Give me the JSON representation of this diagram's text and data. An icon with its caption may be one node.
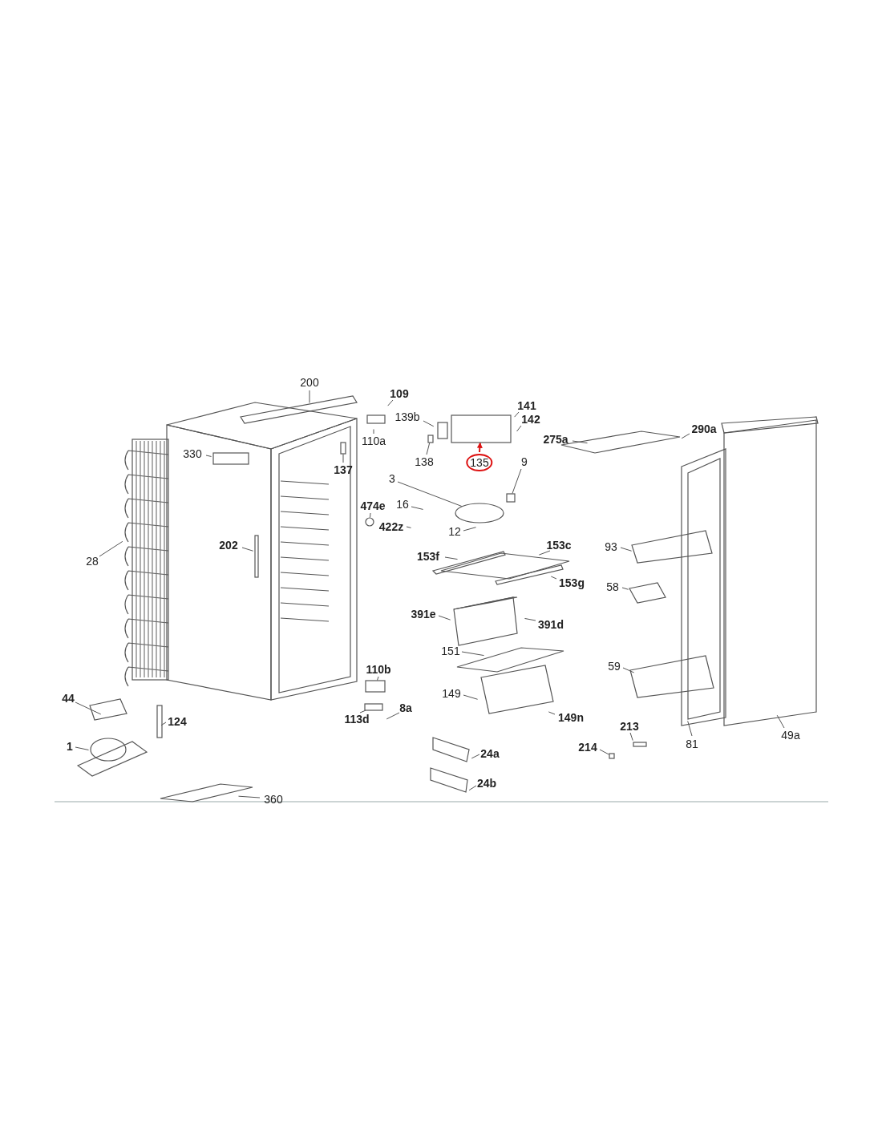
{
  "diagram": {
    "nodes": [
      {
        "text": [
          "200"
        ]
      },
      {
        "text": [
          "109"
        ]
      },
      {
        "text": [
          "139b"
        ]
      },
      {
        "text": [
          "141"
        ]
      },
      {
        "text": [
          "142"
        ]
      },
      {
        "text": [
          "110a"
        ]
      },
      {
        "text": [
          "275a"
        ]
      },
      {
        "text": [
          "290a"
        ]
      },
      {
        "text": [
          "330"
        ]
      },
      {
        "text": [
          "137"
        ]
      },
      {
        "text": [
          "138"
        ]
      },
      {
        "text": [
          "135"
        ]
      },
      {
        "text": [
          "9"
        ]
      },
      {
        "text": [
          "3"
        ]
      },
      {
        "text": [
          "474e"
        ]
      },
      {
        "text": [
          "16"
        ]
      },
      {
        "text": [
          "422z"
        ]
      },
      {
        "text": [
          "12"
        ]
      },
      {
        "text": [
          "28"
        ]
      },
      {
        "text": [
          "202"
        ]
      },
      {
        "text": [
          "153f"
        ]
      },
      {
        "text": [
          "153c"
        ]
      },
      {
        "text": [
          "93"
        ]
      },
      {
        "text": [
          "153g"
        ]
      },
      {
        "text": [
          "58"
        ]
      },
      {
        "text": [
          "391e"
        ]
      },
      {
        "text": [
          "391d"
        ]
      },
      {
        "text": [
          "151"
        ]
      },
      {
        "text": [
          "110b"
        ]
      },
      {
        "text": [
          "59"
        ]
      },
      {
        "text": [
          "44"
        ]
      },
      {
        "text": [
          "149"
        ]
      },
      {
        "text": [
          "124"
        ]
      },
      {
        "text": [
          "113d"
        ]
      },
      {
        "text": [
          "8a"
        ]
      },
      {
        "text": [
          "149n"
        ]
      },
      {
        "text": [
          "213"
        ]
      },
      {
        "text": [
          "214"
        ]
      },
      {
        "text": [
          "24a"
        ]
      },
      {
        "text": [
          "81"
        ]
      },
      {
        "text": [
          "49a"
        ]
      },
      {
        "text": [
          "24b"
        ]
      },
      {
        "text": [
          "1"
        ]
      },
      {
        "text": [
          "360"
        ]
      },
      {
        "text": [],
        "shape": "box"
      },
      {
        "text": [],
        "shape": "box"
      },
      {
        "text": [],
        "shape": "box"
      },
      {
        "text": [],
        "shape": "box"
      },
      {
        "text": [],
        "shape": "circle"
      },
      {
        "text": [],
        "shape": "circle"
      },
      {
        "text": [],
        "shape": "box"
      },
      {
        "text": [],
        "shape": "box"
      },
      {
        "text": [],
        "shape": "box"
      }
    ],
    "edges": [
      {
        "from": 0,
        "to": null,
        "arrow": "none"
      },
      {
        "from": 1,
        "to": null,
        "arrow": "none"
      },
      {
        "from": 2,
        "to": null,
        "arrow": "none"
      },
      {
        "from": 3,
        "to": null,
        "arrow": "none"
      },
      {
        "from": 4,
        "to": null,
        "arrow": "none"
      },
      {
        "from": 5,
        "to": null,
        "arrow": "none"
      },
      {
        "from": 6,
        "to": null,
        "arrow": "none"
      },
      {
        "from": 7,
        "to": null,
        "arrow": "none"
      },
      {
        "from": 8,
        "to": null,
        "arrow": "none"
      },
      {
        "from": 9,
        "to": 45,
        "arrow": "none"
      },
      {
        "from": 10,
        "to": 46,
        "arrow": "none"
      },
      {
        "from": 11,
        "to": 44,
        "arrow": "to",
        "color": "#dd1111"
      },
      {
        "from": 12,
        "to": 47,
        "arrow": "none"
      },
      {
        "from": 13,
        "to": 48,
        "arrow": "none"
      },
      {
        "from": 14,
        "to": 49,
        "arrow": "none"
      },
      {
        "from": 15,
        "to": null,
        "arrow": "none"
      },
      {
        "from": 16,
        "to": null,
        "arrow": "none"
      },
      {
        "from": 17,
        "to": null,
        "arrow": "none"
      },
      {
        "from": 18,
        "to": null,
        "arrow": "none"
      },
      {
        "from": 19,
        "to": null,
        "arrow": "none"
      },
      {
        "from": 20,
        "to": null,
        "arrow": "none"
      },
      {
        "from": 21,
        "to": null,
        "arrow": "none"
      },
      {
        "from": 22,
        "to": null,
        "arrow": "none"
      },
      {
        "from": 23,
        "to": null,
        "arrow": "none"
      },
      {
        "from": 24,
        "to": null,
        "arrow": "none"
      },
      {
        "from": 25,
        "to": null,
        "arrow": "none"
      },
      {
        "from": 26,
        "to": null,
        "arrow": "none"
      },
      {
        "from": 27,
        "to": null,
        "arrow": "none"
      },
      {
        "from": 28,
        "to": 50,
        "arrow": "none"
      },
      {
        "from": 29,
        "to": null,
        "arrow": "none"
      },
      {
        "from": 30,
        "to": null,
        "arrow": "none"
      },
      {
        "from": 31,
        "to": null,
        "arrow": "none"
      },
      {
        "from": 32,
        "to": null,
        "arrow": "none"
      },
      {
        "from": 33,
        "to": 51,
        "arrow": "none"
      },
      {
        "from": 34,
        "to": null,
        "arrow": "none"
      },
      {
        "from": 35,
        "to": null,
        "arrow": "none"
      },
      {
        "from": 36,
        "to": null,
        "arrow": "none"
      },
      {
        "from": 37,
        "to": 52,
        "arrow": "none"
      },
      {
        "from": 38,
        "to": null,
        "arrow": "none"
      },
      {
        "from": 39,
        "to": null,
        "arrow": "none"
      },
      {
        "from": 40,
        "to": null,
        "arrow": "none"
      },
      {
        "from": 41,
        "to": null,
        "arrow": "none"
      },
      {
        "from": 42,
        "to": null,
        "arrow": "none"
      },
      {
        "from": 43,
        "to": null,
        "arrow": "none"
      }
    ]
  }
}
